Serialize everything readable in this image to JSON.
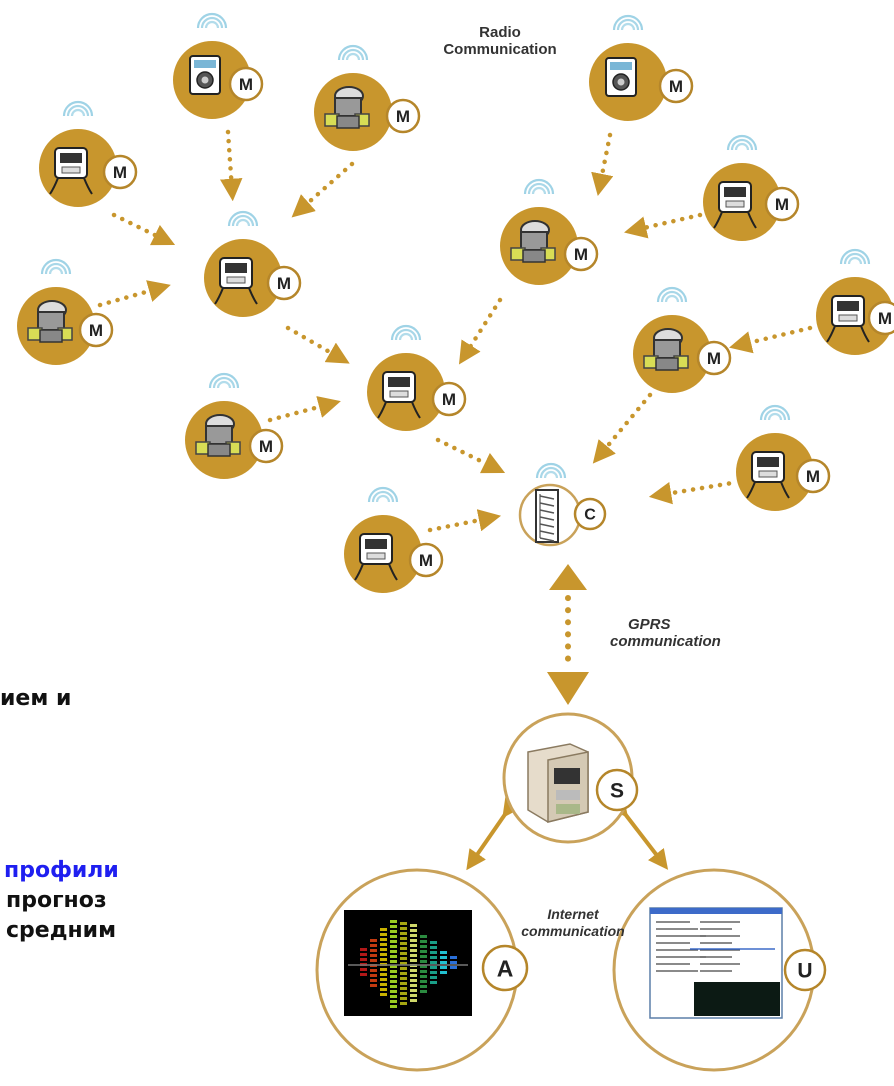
{
  "colors": {
    "node_fill": "#c8962d",
    "node_border": "#ffffff",
    "badge_fill": "#ffffff",
    "badge_ring": "#b5862a",
    "dot": "#c8962d",
    "ring": "#c9a25a",
    "wifi": "#9fd3e6",
    "text_dark": "#111111",
    "text_blue": "#1f1ff0"
  },
  "labels": {
    "radio": [
      "Radio",
      "Communication"
    ],
    "gprs": [
      "GPRS",
      "communication"
    ],
    "internet": [
      "Internet",
      "communication"
    ]
  },
  "node_letters": {
    "meter": "M",
    "concentrator": "C",
    "server": "S",
    "analytics": "A",
    "user": "U"
  },
  "left_text": {
    "line1": "ием и",
    "line2": "профили",
    "line3": "прогноз",
    "line4": "средним"
  },
  "meters": [
    {
      "id": "m1",
      "device": "camera-meter"
    },
    {
      "id": "m2",
      "device": "water-meter"
    },
    {
      "id": "m3",
      "device": "camera-meter"
    },
    {
      "id": "m4",
      "device": "electric-meter"
    },
    {
      "id": "m5",
      "device": "electric-meter"
    },
    {
      "id": "m6",
      "device": "water-meter"
    },
    {
      "id": "m7",
      "device": "electric-meter"
    },
    {
      "id": "m8",
      "device": "water-meter"
    },
    {
      "id": "m9",
      "device": "electric-meter"
    },
    {
      "id": "m10",
      "device": "water-meter"
    },
    {
      "id": "m11",
      "device": "electric-meter"
    },
    {
      "id": "m12",
      "device": "water-meter"
    },
    {
      "id": "m13",
      "device": "electric-meter"
    },
    {
      "id": "m14",
      "device": "electric-meter"
    },
    {
      "id": "m15",
      "device": "water-meter"
    }
  ]
}
